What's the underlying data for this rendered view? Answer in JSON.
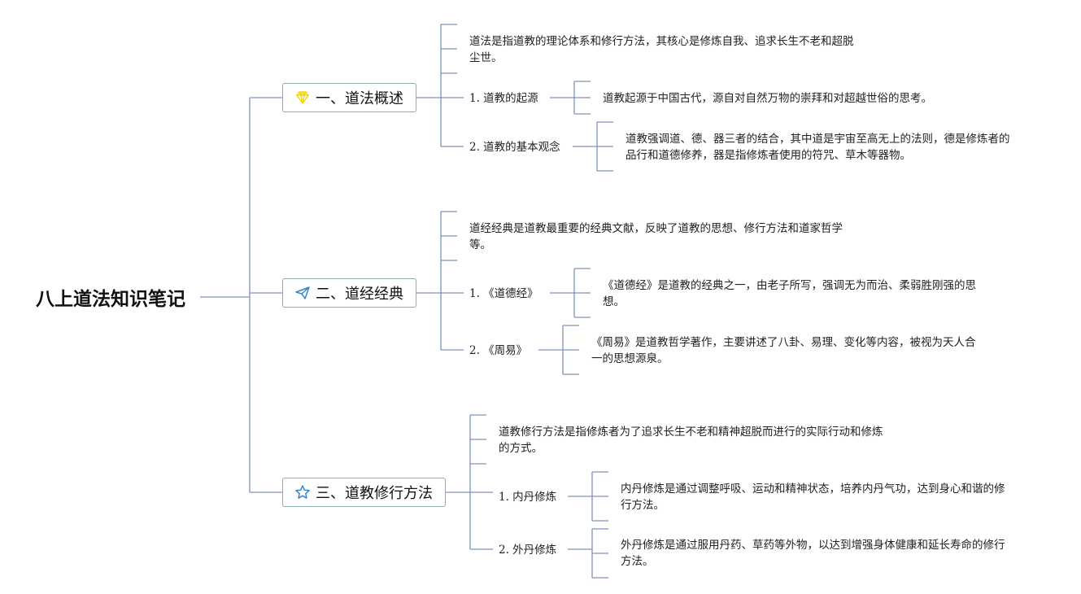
{
  "root": {
    "title": "八上道法知识笔记"
  },
  "branches": [
    {
      "title": "一、道法概述",
      "icon": "diamond-icon",
      "intro": [
        "道法是指道教的理论体系和修行方法，其核心是修炼自我、追求长生不老和超脱",
        "尘世。"
      ],
      "items": [
        {
          "label": "1. 道教的起源",
          "text": [
            "道教起源于中国古代，源自对自然万物的崇拜和对超越世俗的思考。"
          ]
        },
        {
          "label": "2. 道教的基本观念",
          "text": [
            "道教强调道、德、器三者的结合，其中道是宇宙至高无上的法则，德是修炼者的",
            "品行和道德修养，器是指修炼者使用的符咒、草木等器物。"
          ]
        }
      ]
    },
    {
      "title": "二、道经经典",
      "icon": "paper-plane-icon",
      "intro": [
        "道经经典是道教最重要的经典文献，反映了道教的思想、修行方法和道家哲学",
        "等。"
      ],
      "items": [
        {
          "label": "1. 《道德经》",
          "text": [
            "《道德经》是道教的经典之一，由老子所写，强调无为而治、柔弱胜刚强的思",
            "想。"
          ]
        },
        {
          "label": "2. 《周易》",
          "text": [
            "《周易》是道教哲学著作，主要讲述了八卦、易理、变化等内容，被视为天人合",
            "一的思想源泉。"
          ]
        }
      ]
    },
    {
      "title": "三、道教修行方法",
      "icon": "star-icon",
      "intro": [
        "道教修行方法是指修炼者为了追求长生不老和精神超脱而进行的实际行动和修炼",
        "的方式。"
      ],
      "items": [
        {
          "label": "1. 内丹修炼",
          "text": [
            "内丹修炼是通过调整呼吸、运动和精神状态，培养内丹气功，达到身心和谐的修",
            "行方法。"
          ]
        },
        {
          "label": "2. 外丹修炼",
          "text": [
            "外丹修炼是通过服用丹药、草药等外物，以达到增强身体健康和延长寿命的修行",
            "方法。"
          ]
        }
      ]
    }
  ],
  "colors": {
    "line": "#7f93b9",
    "branch_border": "#8fb0ad",
    "diamond": "#f2d40f",
    "plane": "#3a86c8",
    "star": "#3a86c8"
  }
}
